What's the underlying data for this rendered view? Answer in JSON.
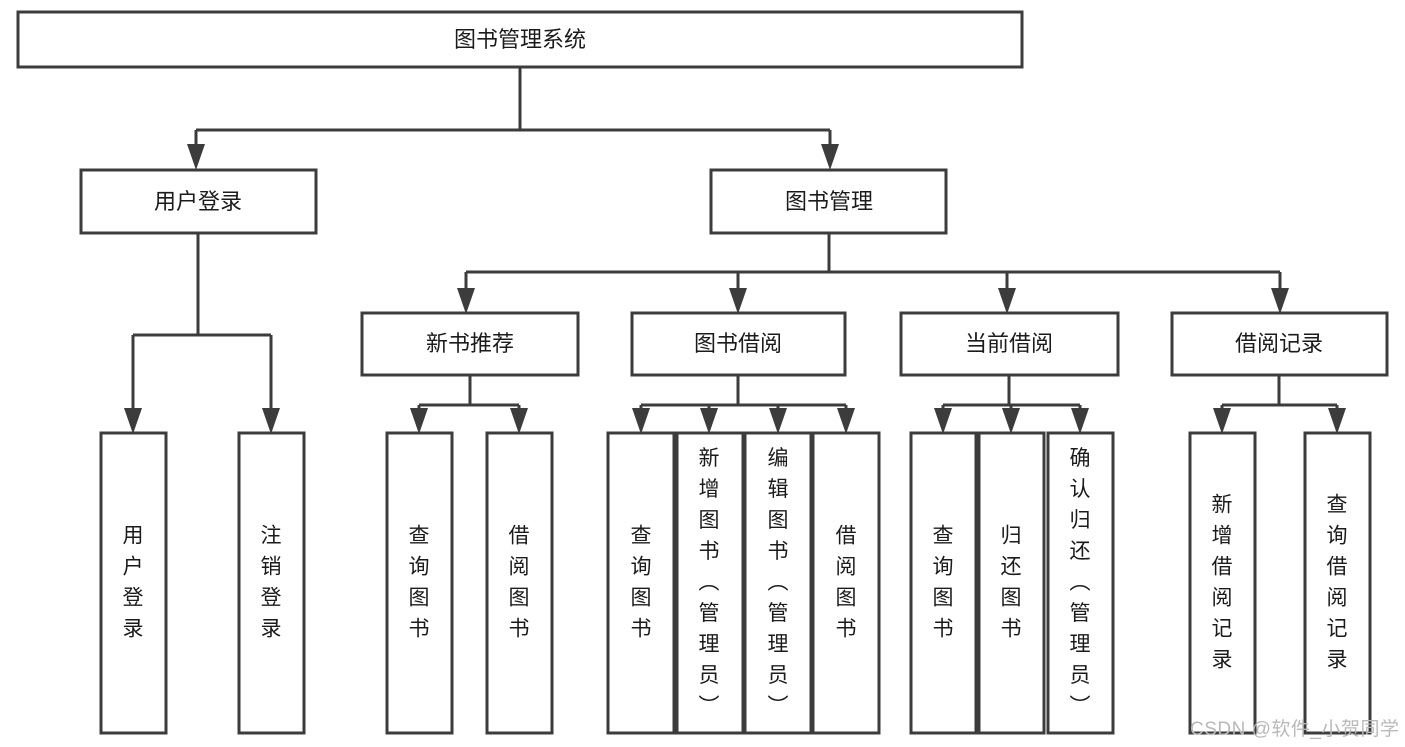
{
  "diagram": {
    "title": "图书管理系统",
    "type": "tree",
    "watermark": "CSDN @软件_小贺同学",
    "colors": {
      "background": "#ffffff",
      "box_stroke": "#3c3c3c",
      "box_fill": "#ffffff",
      "text": "#1b1b1b",
      "watermark": "#b9b9b9"
    },
    "nodes": {
      "root": {
        "label": "图书管理系统"
      },
      "level1": [
        {
          "label": "用户登录"
        },
        {
          "label": "图书管理"
        }
      ],
      "level2": [
        {
          "label": "新书推荐"
        },
        {
          "label": "图书借阅"
        },
        {
          "label": "当前借阅"
        },
        {
          "label": "借阅记录"
        }
      ],
      "leaves_user_login": [
        {
          "label": "用户登录"
        },
        {
          "label": "注销登录"
        }
      ],
      "leaves_new_books": [
        {
          "label": "查询图书"
        },
        {
          "label": "借阅图书"
        }
      ],
      "leaves_borrow": [
        {
          "label": "查询图书"
        },
        {
          "label": "新增图书（管理员）"
        },
        {
          "label": "编辑图书（管理员）"
        },
        {
          "label": "借阅图书"
        }
      ],
      "leaves_current": [
        {
          "label": "查询图书"
        },
        {
          "label": "归还图书"
        },
        {
          "label": "确认归还（管理员）"
        }
      ],
      "leaves_records": [
        {
          "label": "新增借阅记录"
        },
        {
          "label": "查询借阅记录"
        }
      ]
    }
  }
}
